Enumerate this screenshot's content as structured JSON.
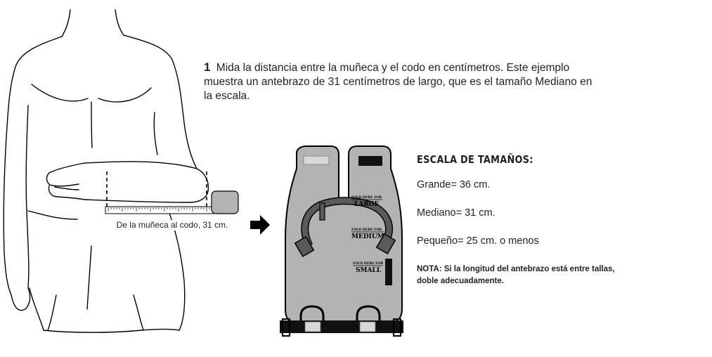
{
  "instruction": {
    "step_number": "1",
    "text": "Mida la distancia entre la muñeca y el codo en centímetros.  Este ejemplo muestra un antebrazo de 31 centímetros de largo, que es el tamaño Mediano en la escala."
  },
  "measure_caption": "De la muñeca al codo, 31 cm.",
  "size_scale": {
    "heading": "ESCALA DE TAMAÑOS:",
    "large": "Grande= 36 cm.",
    "medium": "Mediano= 31 cm.",
    "small": "Pequeño= 25 cm. o menos",
    "note": "NOTA: Si la longitud del antebrazo está entre tallas, doble adecuadamente."
  },
  "fold_marks": {
    "prefix": "FOLD HERE FOR",
    "large": "LARGE",
    "medium": "MEDIUM",
    "small": "SMALL"
  },
  "colors": {
    "splint_gray": "#b3b3b3",
    "strap_gray": "#5a5a5a",
    "outline": "#000000"
  }
}
